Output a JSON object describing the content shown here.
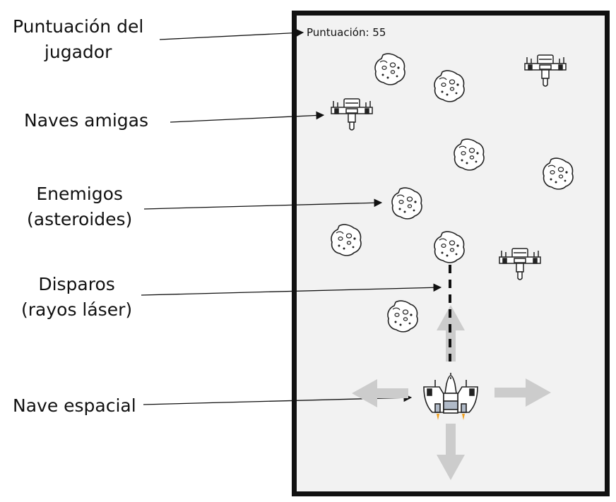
{
  "labels": {
    "score_line1": "Puntuación del",
    "score_line2": "jugador",
    "friendly": "Naves amigas",
    "enemies_line1": "Enemigos",
    "enemies_line2": "(asteroides)",
    "shots_line1": "Disparos",
    "shots_line2": "(rayos láser)",
    "ship": "Nave espacial"
  },
  "game": {
    "score_text": "Puntuación: 55"
  },
  "colors": {
    "frame": "#111111",
    "background": "#f2f2f2",
    "arrows": "#cccccc",
    "ship_body": "#ffffff",
    "ship_window": "#b0bac8",
    "flame": "#f0a020"
  },
  "icons": [
    "asteroid-icon",
    "friendly-ship-icon",
    "player-ship-icon",
    "laser-beam",
    "direction-arrow-icon"
  ]
}
